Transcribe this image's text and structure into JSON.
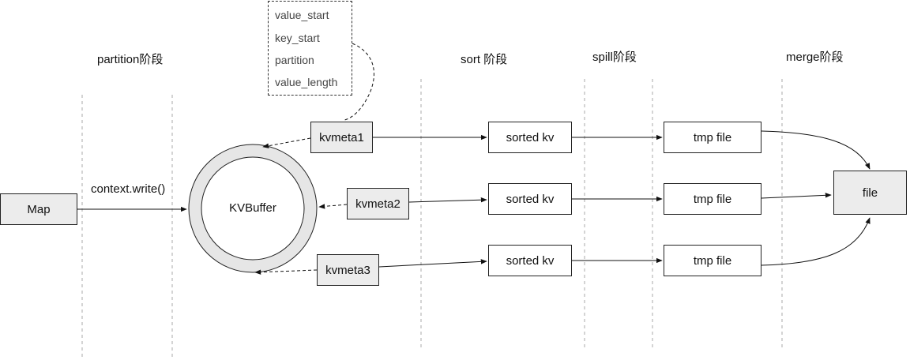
{
  "phases": {
    "partition": "partition阶段",
    "sort": "sort 阶段",
    "spill": "spill阶段",
    "merge": "merge阶段"
  },
  "map_label": "Map",
  "context_write": "context.write()",
  "kvbuffer_label": "KVBuffer",
  "meta_fields": [
    "value_start",
    "key_start",
    "partition",
    "value_length"
  ],
  "kvmeta": [
    "kvmeta1",
    "kvmeta2",
    "kvmeta3"
  ],
  "sorted": [
    "sorted kv",
    "sorted kv",
    "sorted kv"
  ],
  "tmp": [
    "tmp file",
    "tmp file",
    "tmp file"
  ],
  "file_label": "file"
}
